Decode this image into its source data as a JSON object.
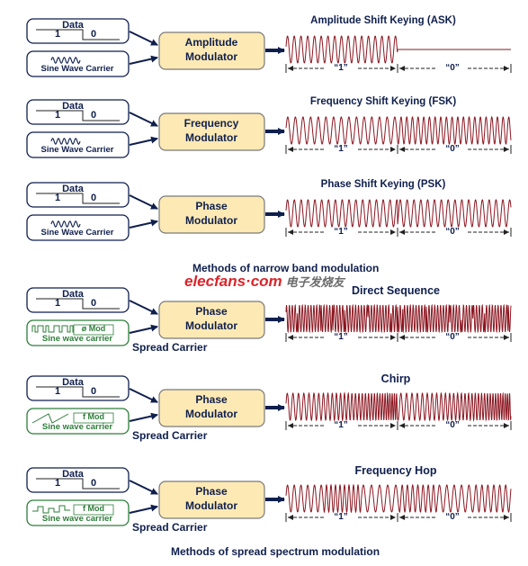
{
  "colors": {
    "box_fill": "#fde9b4",
    "box_border": "#7a7a7a",
    "navy": "#0f1f4d",
    "wave": "#8b1620",
    "spread_text": "#2e7d3a",
    "watermark_red": "#d9252a"
  },
  "rows": [
    {
      "data_label": "Data",
      "bit_one": "1",
      "bit_zero": "0",
      "carrier_label": "Sine Wave Carrier",
      "carrier_icon": "sine-wave-icon",
      "mod_line1": "Amplitude",
      "mod_line2": "Modulator",
      "title": "Amplitude Shift Keying (ASK)",
      "spread_label": "",
      "bit1_label": "“1”",
      "bit0_label": "“0”",
      "wave": "ask"
    },
    {
      "data_label": "Data",
      "bit_one": "1",
      "bit_zero": "0",
      "carrier_label": "Sine Wave Carrier",
      "carrier_icon": "sine-wave-icon",
      "mod_line1": "Frequency",
      "mod_line2": "Modulator",
      "title": "Frequency Shift Keying (FSK)",
      "spread_label": "",
      "bit1_label": "“1”",
      "bit0_label": "“0”",
      "wave": "fsk"
    },
    {
      "data_label": "Data",
      "bit_one": "1",
      "bit_zero": "0",
      "carrier_label": "Sine Wave Carrier",
      "carrier_icon": "sine-wave-icon",
      "mod_line1": "Phase",
      "mod_line2": "Modulator",
      "title": "Phase Shift Keying (PSK)",
      "spread_label": "",
      "bit1_label": "“1”",
      "bit0_label": "“0”",
      "wave": "psk"
    },
    {
      "data_label": "Data",
      "bit_one": "1",
      "bit_zero": "0",
      "carrier_label": "Sine wave carrier",
      "carrier_icon": "pn-code-icon",
      "mod_label": "ø Mod",
      "mod_line1": "Phase",
      "mod_line2": "Modulator",
      "title": "Direct Sequence",
      "spread_label": "Spread Carrier",
      "bit1_label": "“1”",
      "bit0_label": "“0”",
      "wave": "ds"
    },
    {
      "data_label": "Data",
      "bit_one": "1",
      "bit_zero": "0",
      "carrier_label": "Sine wave carrier",
      "carrier_icon": "chirp-ramp-icon",
      "mod_label": "f  Mod",
      "mod_line1": "Phase",
      "mod_line2": "Modulator",
      "title": "Chirp",
      "spread_label": "Spread Carrier",
      "bit1_label": "“1”",
      "bit0_label": "“0”",
      "wave": "chirp"
    },
    {
      "data_label": "Data",
      "bit_one": "1",
      "bit_zero": "0",
      "carrier_label": "Sine wave carrier",
      "carrier_icon": "hop-steps-icon",
      "mod_label": "f  Mod",
      "mod_line1": "Phase",
      "mod_line2": "Modulator",
      "title": "Frequency Hop",
      "spread_label": "Spread Carrier",
      "bit1_label": "“1”",
      "bit0_label": "“0”",
      "wave": "hop"
    }
  ],
  "captions": {
    "narrow": "Methods of narrow band modulation",
    "spread": "Methods of spread spectrum modulation"
  },
  "watermark": {
    "brand": "elecfans·com",
    "cn": "电子发烧友"
  }
}
